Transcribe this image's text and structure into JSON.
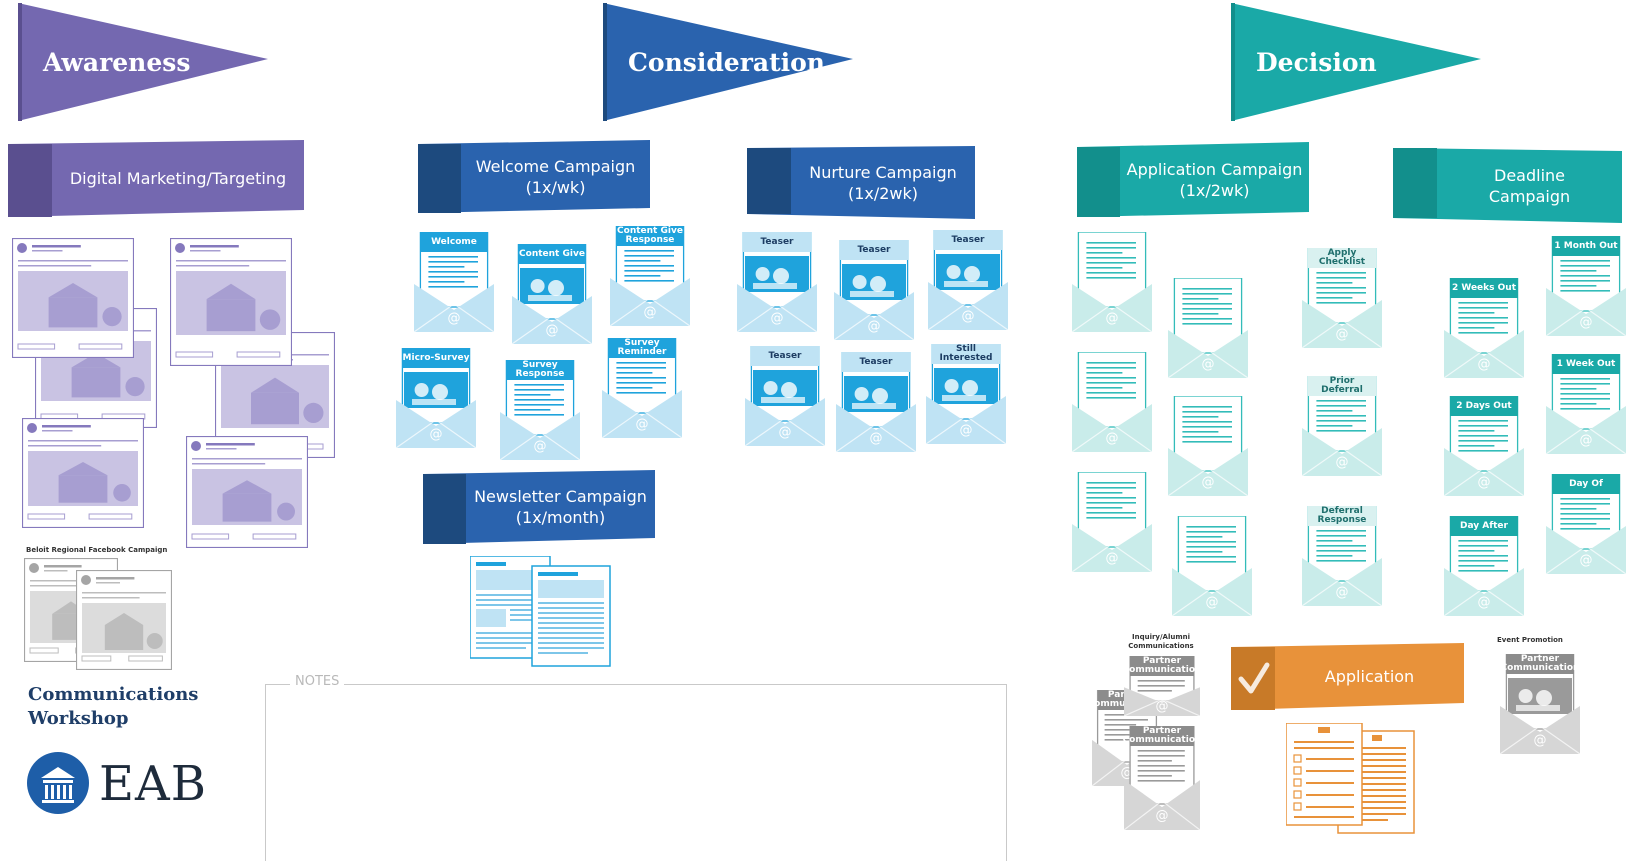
{
  "stages": {
    "awareness": {
      "label": "Awareness",
      "color": "#7468b0"
    },
    "consideration": {
      "label": "Consideration",
      "color": "#2a63ae"
    },
    "decision": {
      "label": "Decision",
      "color": "#1aa9a7"
    }
  },
  "banners": {
    "digital": {
      "line1": "Digital Marketing/Targeting",
      "line2": ""
    },
    "welcome": {
      "line1": "Welcome Campaign",
      "line2": "(1x/wk)"
    },
    "nurture": {
      "line1": "Nurture Campaign",
      "line2": "(1x/2wk)"
    },
    "newsletter": {
      "line1": "Newsletter Campaign",
      "line2": "(1x/month)"
    },
    "application_campaign": {
      "line1": "Application Campaign",
      "line2": "(1x/2wk)"
    },
    "deadline": {
      "line1": "Deadline",
      "line2": "Campaign"
    },
    "application": {
      "line1": "Application",
      "line2": ""
    }
  },
  "welcome_emails": {
    "welcome": "Welcome",
    "content_give": "Content Give",
    "content_give_response": "Content Give Response",
    "micro_survey": "Micro-Survey",
    "survey_response": "Survey Response",
    "survey_reminder": "Survey Reminder"
  },
  "nurture_emails": {
    "teaser": "Teaser",
    "still_interested": "Still Interested"
  },
  "application_emails": {
    "apply_checklist": "Apply Checklist",
    "prior_deferral": "Prior Deferral",
    "deferral_response": "Deferral Response"
  },
  "deadline_emails": {
    "month_out": "1 Month Out",
    "two_weeks_out": "2 Weeks Out",
    "one_week_out": "1 Week Out",
    "two_days_out": "2 Days Out",
    "day_of": "Day Of",
    "day_after": "Day After"
  },
  "partner": {
    "inquiry_label": "Inquiry/Alumni Communications",
    "event_label": "Event Promotion",
    "partner_comm": "Partner Communication"
  },
  "facebook_campaign_label": "Beloit Regional Facebook Campaign",
  "notes_label": "NOTES",
  "brand": {
    "line1": "Communications",
    "line2": "Workshop",
    "logo_text": "EAB"
  },
  "colors": {
    "awareness_dark": "#5a4f8f",
    "consideration_dark": "#1d4a7e",
    "decision_dark": "#128f8c",
    "email_blue": "#1fa3dc",
    "email_teal": "#33bcb9",
    "application_orange": "#e8923a",
    "gray": "#9a9a9a"
  }
}
